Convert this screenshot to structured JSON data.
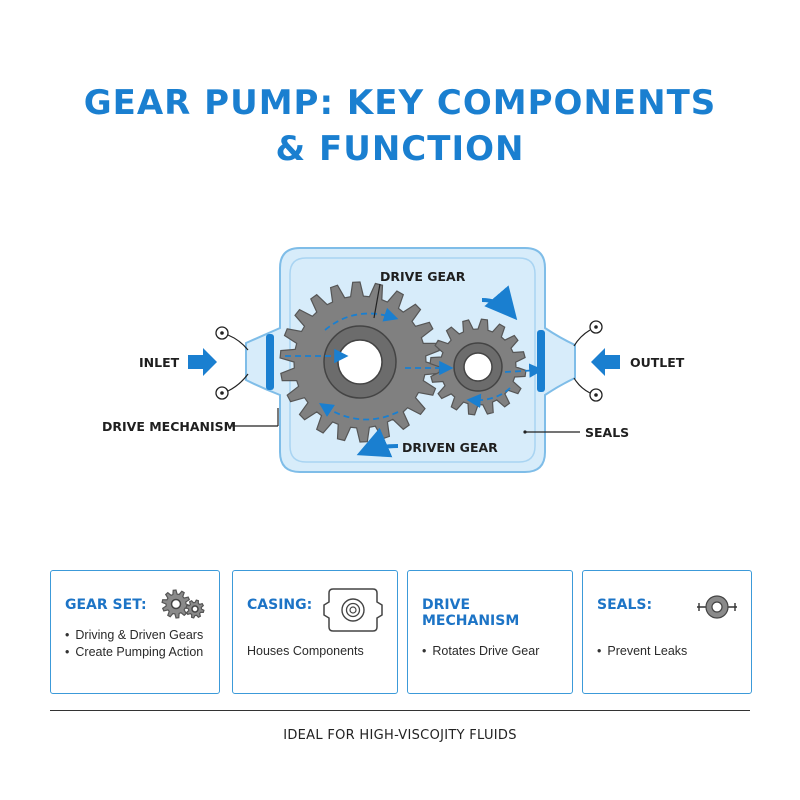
{
  "title": {
    "line1": "GEAR PUMP: KEY COMPONENTS",
    "line2": "& FUNCTION"
  },
  "diagram": {
    "drive_gear": "DRIVE GEAR",
    "driven_gear": "DRIVEN GEAR",
    "inlet": "INLET",
    "outlet": "OUTLET",
    "drive_mechanism": "DRIVE MECHANISM",
    "seals": "SEALS"
  },
  "cards": [
    {
      "title": "GEAR SET:",
      "lines": [
        "Driving & Driven Gears",
        "Create Pumping Action"
      ],
      "bulleted": true,
      "icon": "gears-icon"
    },
    {
      "title": "CASING:",
      "lines": [
        "Houses Components"
      ],
      "bulleted": false,
      "icon": "casing-icon"
    },
    {
      "title": "DRIVE MECHANISM",
      "lines": [
        "Rotates Drive Gear"
      ],
      "bulleted": true,
      "icon": ""
    },
    {
      "title": "SEALS:",
      "lines": [
        "Prevent Leaks"
      ],
      "bulleted": true,
      "icon": "seal-icon"
    }
  ],
  "footer": "IDEAL FOR HIGH-VISCOJITY FLUIDS",
  "colors": {
    "accent": "#1a7fd0",
    "casing_fill": "#d7ecfa",
    "gear": "#7d7d7d",
    "border": "#3c9ad9"
  }
}
